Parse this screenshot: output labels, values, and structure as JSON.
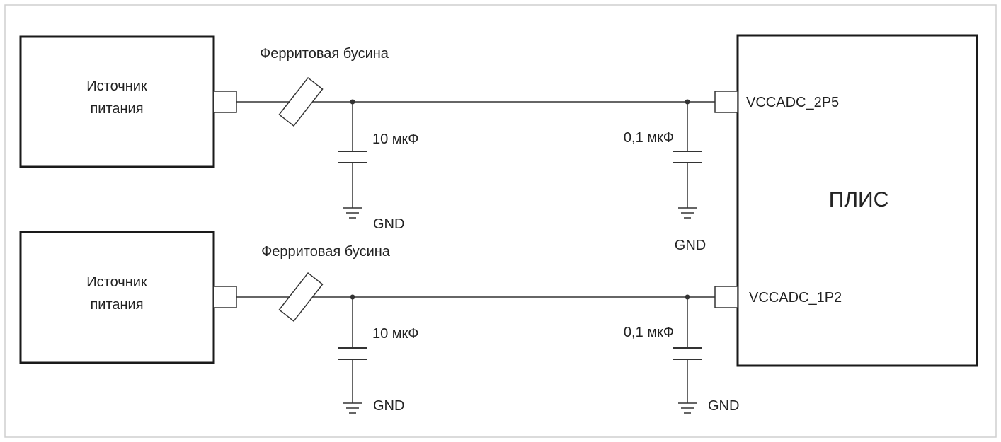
{
  "diagram": {
    "circuits": [
      {
        "source_label_line1": "Источник",
        "source_label_line2": "питания",
        "bead_label": "Ферритовая  бусина",
        "cap1_label": "10 мкФ",
        "cap1_gnd": "GND",
        "cap2_label": "0,1 мкФ",
        "cap2_gnd": "GND",
        "pin_label": "VCCADC_2P5"
      },
      {
        "source_label_line1": "Источник",
        "source_label_line2": "питания",
        "bead_label": "Ферритовая  бусина",
        "cap1_label": "10 мкФ",
        "cap1_gnd": "GND",
        "cap2_label": "0,1 мкФ",
        "cap2_gnd": "GND",
        "pin_label": "VCCADC_1P2"
      }
    ],
    "fpga_label": "ПЛИС"
  }
}
